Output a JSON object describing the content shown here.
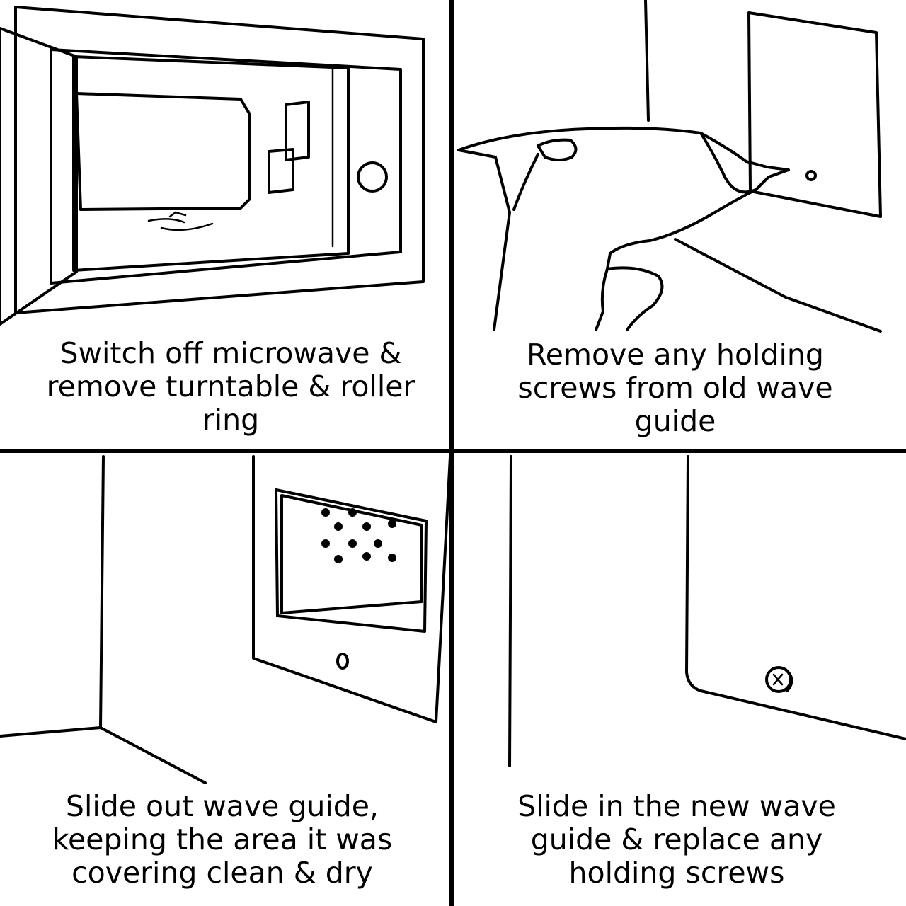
{
  "colors": {
    "ink": "#000000",
    "background": "#ffffff"
  },
  "panels": [
    {
      "id": "step-1",
      "illustration": "open-microwave-icon",
      "caption_lines": [
        "Switch off microwave &",
        "remove turntable & roller",
        "ring"
      ]
    },
    {
      "id": "step-2",
      "illustration": "screwdriver-removing-screw-icon",
      "caption_lines": [
        "Remove any holding",
        "screws from old wave",
        "guide"
      ]
    },
    {
      "id": "step-3",
      "illustration": "waveguide-opening-icon",
      "caption_lines": [
        "Slide out wave guide,",
        "keeping the area it was",
        "covering clean & dry"
      ]
    },
    {
      "id": "step-4",
      "illustration": "new-waveguide-screw-icon",
      "caption_lines": [
        "Slide in the new wave",
        "guide & replace any",
        "holding screws"
      ]
    }
  ]
}
